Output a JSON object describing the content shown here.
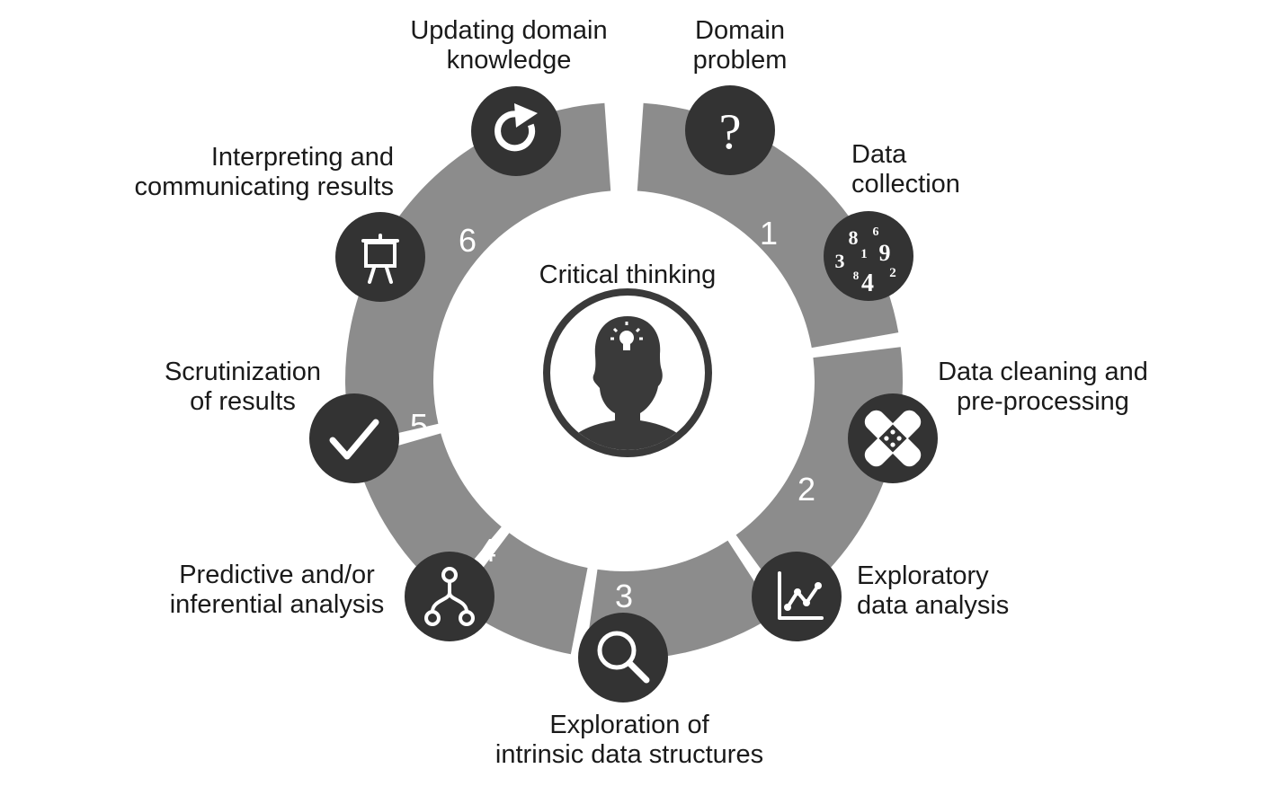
{
  "center": {
    "label": "Critical thinking",
    "icon": "head-lightbulb-icon"
  },
  "steps": [
    {
      "id": "domain-problem",
      "number": "",
      "lines": [
        "Domain",
        "problem"
      ],
      "icon": "question-mark-icon"
    },
    {
      "id": "data-collection",
      "number": "1",
      "lines": [
        "Data",
        "collection"
      ],
      "icon": "numbers-icon",
      "icon_digits": [
        "8",
        "6",
        "1",
        "9",
        "3",
        "8",
        "4",
        "2"
      ]
    },
    {
      "id": "data-cleaning",
      "number": "2",
      "lines": [
        "Data cleaning and",
        "pre-processing"
      ],
      "icon": "bandage-icon"
    },
    {
      "id": "exploratory-analysis",
      "number": "",
      "lines": [
        "Exploratory",
        "data analysis"
      ],
      "icon": "line-chart-icon"
    },
    {
      "id": "intrinsic-structures",
      "number": "3",
      "lines": [
        "Exploration of",
        "intrinsic data structures"
      ],
      "icon": "magnifier-icon"
    },
    {
      "id": "predictive-analysis",
      "number": "4",
      "lines": [
        "Predictive and/or",
        "inferential analysis"
      ],
      "icon": "branch-icon"
    },
    {
      "id": "scrutinization",
      "number": "5",
      "lines": [
        "Scrutinization",
        "of results"
      ],
      "icon": "checkmark-icon"
    },
    {
      "id": "interpreting",
      "number": "6",
      "lines": [
        "Interpreting and",
        "communicating results"
      ],
      "icon": "presentation-easel-icon"
    },
    {
      "id": "updating-knowledge",
      "number": "",
      "lines": [
        "Updating domain",
        "knowledge"
      ],
      "icon": "refresh-arrow-icon"
    }
  ],
  "colors": {
    "ring": "#8c8c8c",
    "icon_circle": "#333333",
    "icon_fg": "#ffffff",
    "text": "#1a1a1a"
  }
}
